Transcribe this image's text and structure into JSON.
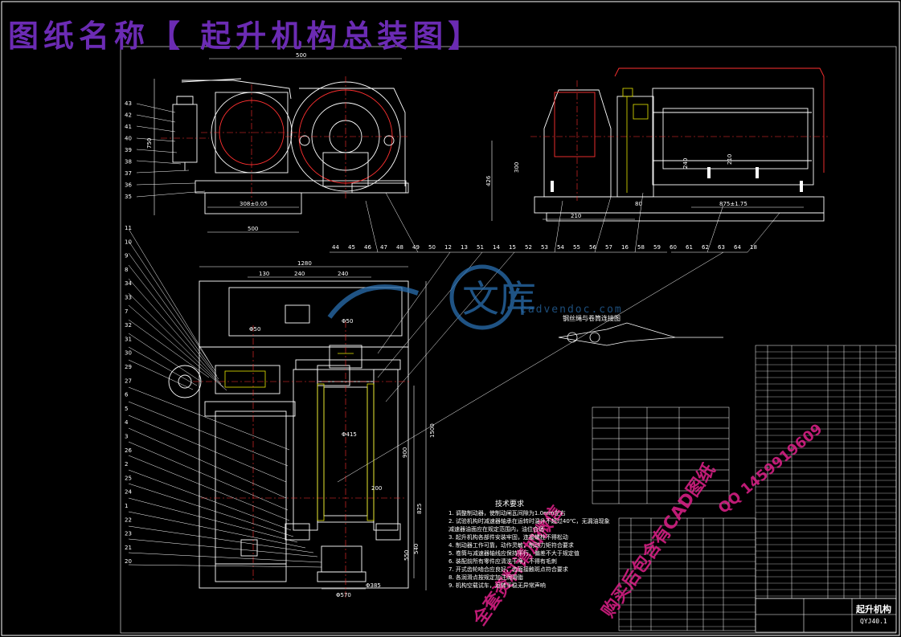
{
  "title": "图纸名称【 起升机构总装图】",
  "drawing_name": "起升机构",
  "drawing_code": "QYJ40.1",
  "inset_label": "钢丝绳与卷筒连接图",
  "tech_requirements_title": "技术要求",
  "tech_requirements": [
    "1. 调整制动器，使制动闸瓦间隙为1.0mm左右",
    "2. 试验机构时减速器轴承在运转时温升不超过40℃，无漏油现象",
    "   减速器油面应在规定范围内，油位合适",
    "3. 起升机构各部件安装牢固，连接螺栓不得松动",
    "4. 制动器工作可靠，动作灵敏，制动力矩符合要求",
    "5. 卷筒与减速器轴线应保持平行，偏差不大于规定值",
    "6. 装配前所有零件应清洗干净，不得有毛刺",
    "7. 开式齿轮啮合应良好，齿面接触斑点符合要求",
    "8. 各润滑点按规定加注润滑脂",
    "9. 机构空载试车，运转平稳无异常声响"
  ],
  "watermark": {
    "logo_text": "文库",
    "url_text": "cadvendoc.com",
    "stamp_lines": [
      "全套资料请加微信",
      "购买后包含有CAD图纸",
      "QQ 1459919609"
    ]
  },
  "dims": {
    "top_left": [
      "500",
      "750",
      "308±0.05",
      "500"
    ],
    "top_right": [
      "210",
      "80",
      "875±1.75",
      "426",
      "300",
      "240",
      "210"
    ],
    "main": [
      "1280",
      "130",
      "240",
      "240",
      "Φ50",
      "Φ50",
      "1500",
      "900",
      "Φ415",
      "200",
      "825",
      "540",
      "550",
      "Φ570",
      "Φ385"
    ]
  },
  "callouts": {
    "left_top": [
      "43",
      "42",
      "41",
      "40",
      "39",
      "38",
      "37",
      "36",
      "35"
    ],
    "bottom_row": [
      "44",
      "45",
      "46",
      "47",
      "48",
      "49",
      "50",
      "12",
      "13",
      "51",
      "14",
      "15",
      "52",
      "53",
      "54",
      "55",
      "56",
      "57",
      "16",
      "58",
      "59",
      "60",
      "61",
      "62",
      "63",
      "64",
      "18"
    ],
    "left_main": [
      "11",
      "10",
      "9",
      "8",
      "34",
      "33",
      "7",
      "32",
      "31",
      "30",
      "29",
      "27",
      "6",
      "5",
      "4",
      "3",
      "26",
      "2",
      "25",
      "24",
      "1",
      "22",
      "23",
      "21",
      "20"
    ]
  },
  "colors": {
    "outline": "#ffffff",
    "centerline": "#ff3030",
    "accent_yellow": "#e6e600",
    "title_purple": "#6b2bb3",
    "watermark_red": "#e0208a",
    "watermark_blue": "#2a6fb0"
  }
}
